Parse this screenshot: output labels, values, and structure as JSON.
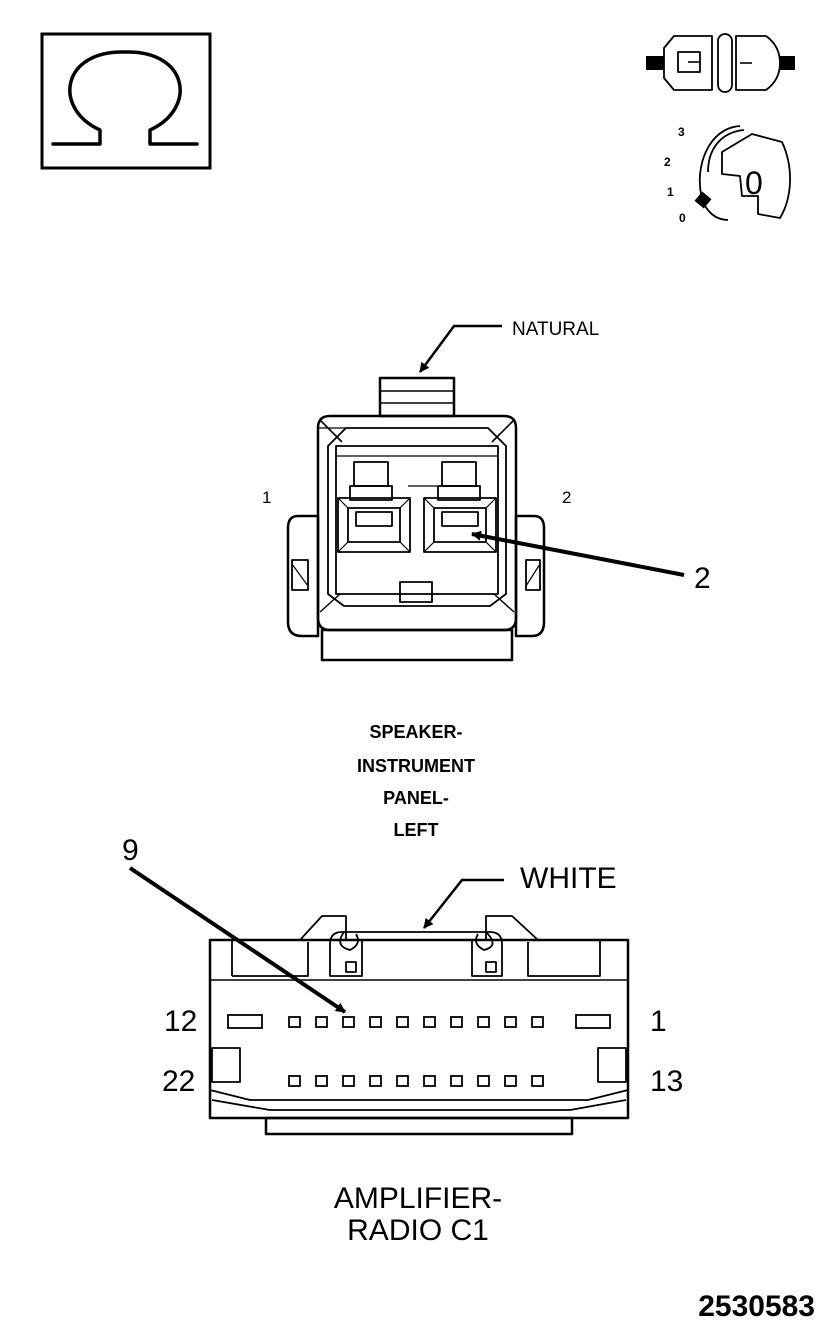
{
  "icons": {
    "resistance": "omega-icon",
    "disconnect": "connector-disconnect-icon",
    "ignition": "ignition-key-icon"
  },
  "ignition": {
    "positions": [
      "3",
      "2",
      "1",
      "0"
    ],
    "key_value": "0"
  },
  "connector_top": {
    "color_label": "NATURAL",
    "pin_left": "1",
    "pin_right": "2",
    "callout": "2",
    "name_lines": [
      "SPEAKER-",
      "INSTRUMENT",
      "PANEL-",
      "LEFT"
    ]
  },
  "connector_bottom": {
    "color_label": "WHITE",
    "callout": "9",
    "pin_top_left": "12",
    "pin_top_right": "1",
    "pin_bottom_left": "22",
    "pin_bottom_right": "13",
    "name_lines": [
      "AMPLIFIER-",
      "RADIO C1"
    ]
  },
  "figure_number": "2530583"
}
